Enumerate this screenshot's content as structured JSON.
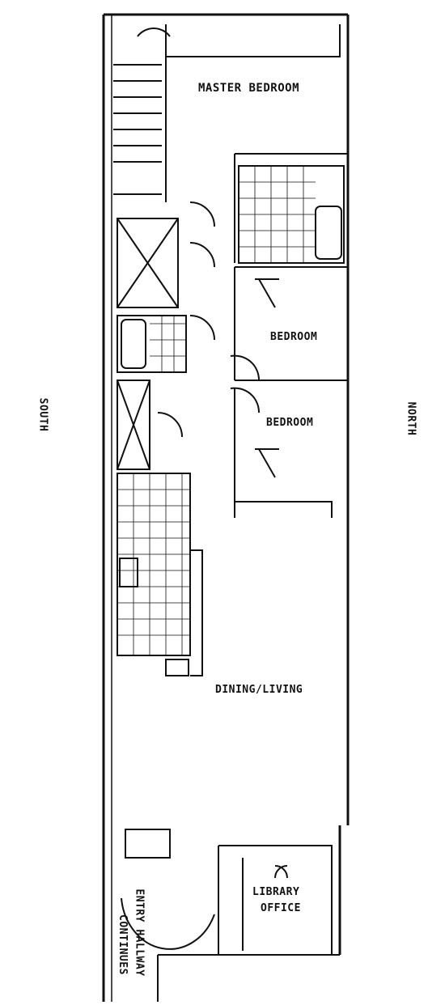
{
  "labels": {
    "master_bedroom": "MASTER BEDROOM",
    "bedroom_1": "BEDROOM",
    "bedroom_2": "BEDROOM",
    "dining_living": "DINING/LIVING",
    "library_office_line1": "LIBRARY",
    "library_office_line2": "OFFICE",
    "entry_line1": "ENTRY HALLWAY",
    "entry_line2": "CONTINUES",
    "south": "SOUTH",
    "north": "NORTH"
  }
}
